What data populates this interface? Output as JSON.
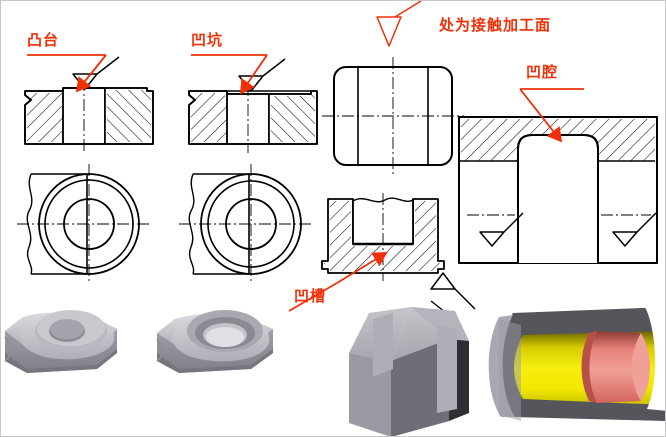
{
  "figure": {
    "kind": "engineering-drawing",
    "subject": "machining feature types on cast part contact faces",
    "background_color": "#ffffff",
    "border_color": "#c8c8c8",
    "annotation_color": "#f03008",
    "line_color": "#000000"
  },
  "annotations": {
    "boss": "凸台",
    "pit": "凹坑",
    "heading": "处为接触加工面",
    "cavity": "凹腔",
    "groove": "凹槽"
  },
  "views": {
    "boss_section": {
      "name": "boss-section-view",
      "caption": "凸台",
      "feature": "raised boss",
      "hatching": true
    },
    "pit_section": {
      "name": "pit-section-view",
      "caption": "凹坑",
      "feature": "recessed pit",
      "hatching": true
    },
    "boss_plan": {
      "name": "boss-plan-view",
      "feature": "concentric circles with break line"
    },
    "pit_plan": {
      "name": "pit-plan-view",
      "feature": "concentric circles with break line"
    },
    "rect_plan": {
      "name": "rounded-rect-plan-view",
      "feature": "rounded rectangle with centre lines"
    },
    "groove_section": {
      "name": "groove-section-view",
      "caption": "凹槽",
      "feature": "machined groove"
    },
    "cavity_section": {
      "name": "cavity-section-view",
      "caption": "凹腔",
      "feature": "internal cavity with radii"
    }
  },
  "renders": {
    "boss_solid": {
      "name": "boss-3d-render",
      "colors": {
        "body": "#b4b4bc",
        "top": "#c8c8d0",
        "shadow": "#8a8a92"
      }
    },
    "pit_solid": {
      "name": "pit-3d-render",
      "colors": {
        "body": "#b4b4bc",
        "top": "#c8c8d0",
        "shadow": "#8a8a92"
      }
    },
    "groove_solid": {
      "name": "groove-3d-render",
      "colors": {
        "body": "#9a9aa2",
        "top": "#b8b8c0",
        "dark": "#6e6e74"
      }
    },
    "bore_cutaway": {
      "name": "bore-cutaway-3d-render",
      "colors": {
        "housing": "#a8a8b0",
        "cut_face": "#55555c",
        "shaft": "#f2e800",
        "ring": "#e8827a"
      }
    }
  },
  "symbols": {
    "surface_finish": "machined-surface-triangle",
    "count": 6
  }
}
